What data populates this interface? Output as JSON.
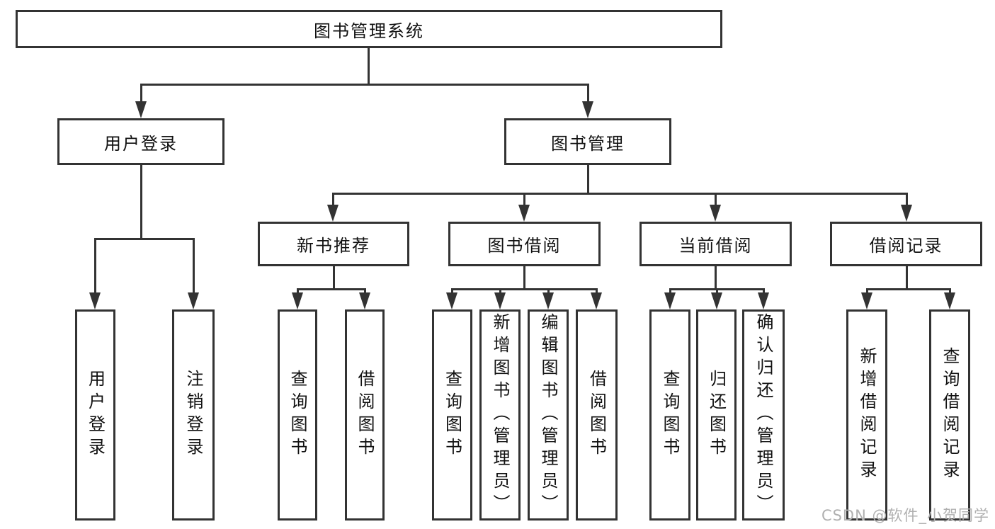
{
  "diagram": {
    "type": "tree",
    "title": "图书管理系统"
  },
  "nodes": {
    "root": {
      "label": "图书管理系统"
    },
    "user_login": {
      "label": "用户登录"
    },
    "book_mgmt": {
      "label": "图书管理"
    },
    "new_book_rec": {
      "label": "新书推荐"
    },
    "book_borrow": {
      "label": "图书借阅"
    },
    "current_borrow": {
      "label": "当前借阅"
    },
    "borrow_records": {
      "label": "借阅记录"
    },
    "leaf_user_login": {
      "label": "用户登录"
    },
    "leaf_logout": {
      "label": "注销登录"
    },
    "leaf_rec_search": {
      "label": "查询图书"
    },
    "leaf_rec_borrow": {
      "label": "借阅图书"
    },
    "leaf_bb_search": {
      "label": "查询图书"
    },
    "leaf_bb_add": {
      "label": "新增图书（管理员）"
    },
    "leaf_bb_edit": {
      "label": "编辑图书（管理员）"
    },
    "leaf_bb_borrow": {
      "label": "借阅图书"
    },
    "leaf_cb_search": {
      "label": "查询图书"
    },
    "leaf_cb_return": {
      "label": "归还图书"
    },
    "leaf_cb_confirm": {
      "label": "确认归还（管理员）"
    },
    "leaf_br_add": {
      "label": "新增借阅记录"
    },
    "leaf_br_search": {
      "label": "查询借阅记录"
    }
  },
  "hierarchy": {
    "图书管理系统": {
      "用户登录": [
        "用户登录",
        "注销登录"
      ],
      "图书管理": {
        "新书推荐": [
          "查询图书",
          "借阅图书"
        ],
        "图书借阅": [
          "查询图书",
          "新增图书（管理员）",
          "编辑图书（管理员）",
          "借阅图书"
        ],
        "当前借阅": [
          "查询图书",
          "归还图书",
          "确认归还（管理员）"
        ],
        "借阅记录": [
          "新增借阅记录",
          "查询借阅记录"
        ]
      }
    }
  },
  "colors": {
    "line": "#333333",
    "text": "#111111",
    "background": "#ffffff",
    "watermark": "#b0b0b0"
  },
  "watermark": {
    "text": "CSDN @软件_小贺同学"
  }
}
